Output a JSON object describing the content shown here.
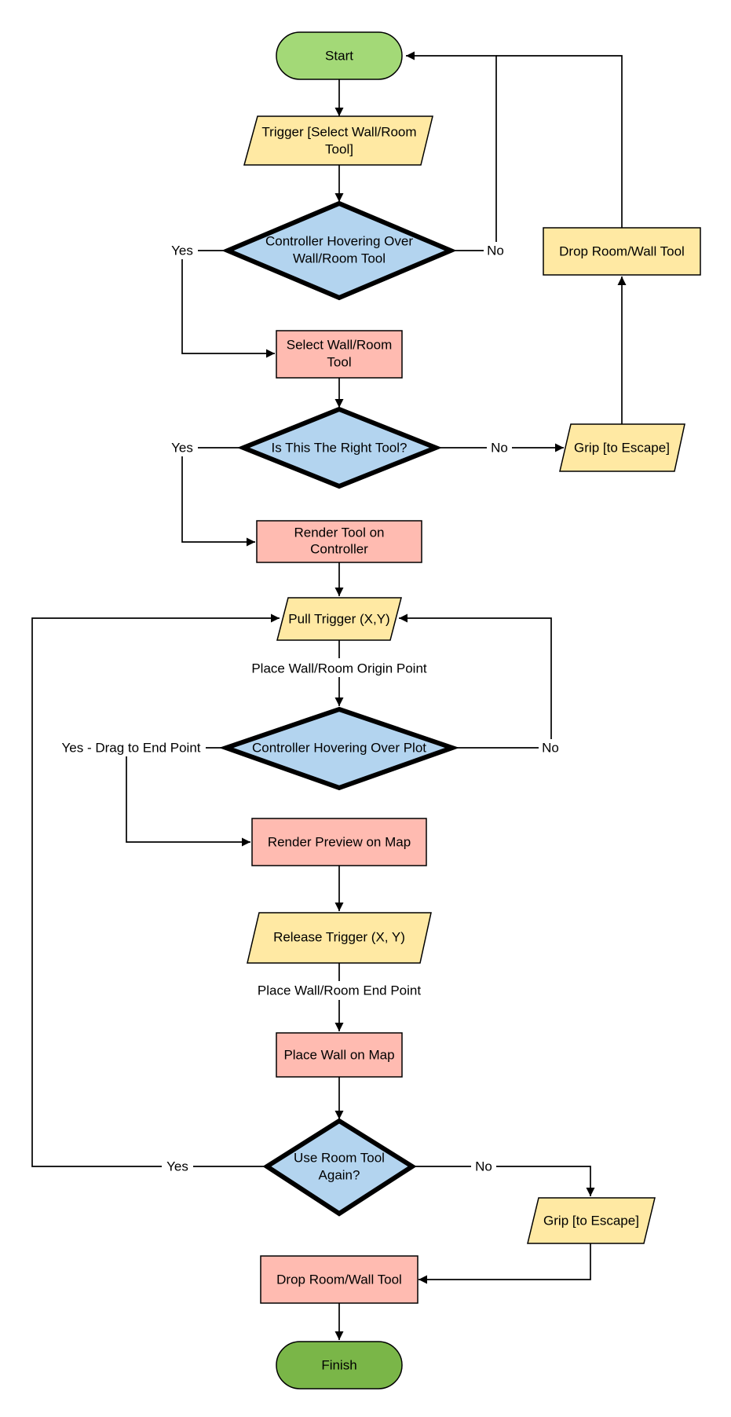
{
  "colors": {
    "start": "#a3d977",
    "finish": "#7ab648",
    "io": "#ffe9a3",
    "decision": "#b3d4ef",
    "process": "#ffbbb1",
    "stroke": "#000000"
  },
  "nodes": {
    "start": {
      "lines": [
        "Start"
      ]
    },
    "trigger_select": {
      "lines": [
        "Trigger [Select Wall/Room",
        "Tool]"
      ]
    },
    "hover_tool": {
      "lines": [
        "Controller Hovering Over",
        "Wall/Room Tool"
      ]
    },
    "drop_tool_top": {
      "lines": [
        "Drop Room/Wall Tool"
      ]
    },
    "select_tool": {
      "lines": [
        "Select Wall/Room",
        "Tool"
      ]
    },
    "right_tool": {
      "lines": [
        "Is This The Right Tool?"
      ]
    },
    "grip_escape_1": {
      "lines": [
        "Grip [to Escape]"
      ]
    },
    "render_tool": {
      "lines": [
        "Render Tool on",
        "Controller"
      ]
    },
    "pull_trigger": {
      "lines": [
        "Pull Trigger (X,Y)"
      ]
    },
    "hover_plot": {
      "lines": [
        "Controller Hovering Over Plot"
      ]
    },
    "render_preview": {
      "lines": [
        "Render Preview on Map"
      ]
    },
    "release_trigger": {
      "lines": [
        "Release Trigger (X, Y)"
      ]
    },
    "place_wall": {
      "lines": [
        "Place Wall on Map"
      ]
    },
    "use_again": {
      "lines": [
        "Use Room Tool",
        "Again?"
      ]
    },
    "grip_escape_2": {
      "lines": [
        "Grip [to Escape]"
      ]
    },
    "drop_tool_bottom": {
      "lines": [
        "Drop Room/Wall Tool"
      ]
    },
    "finish": {
      "lines": [
        "Finish"
      ]
    }
  },
  "edge_labels": {
    "hover_tool_yes": "Yes",
    "hover_tool_no": "No",
    "right_tool_yes": "Yes",
    "right_tool_no": "No",
    "origin_point": "Place Wall/Room Origin Point",
    "hover_plot_yes": "Yes - Drag to End Point",
    "hover_plot_no": "No",
    "end_point": "Place Wall/Room End Point",
    "use_again_yes": "Yes",
    "use_again_no": "No"
  }
}
